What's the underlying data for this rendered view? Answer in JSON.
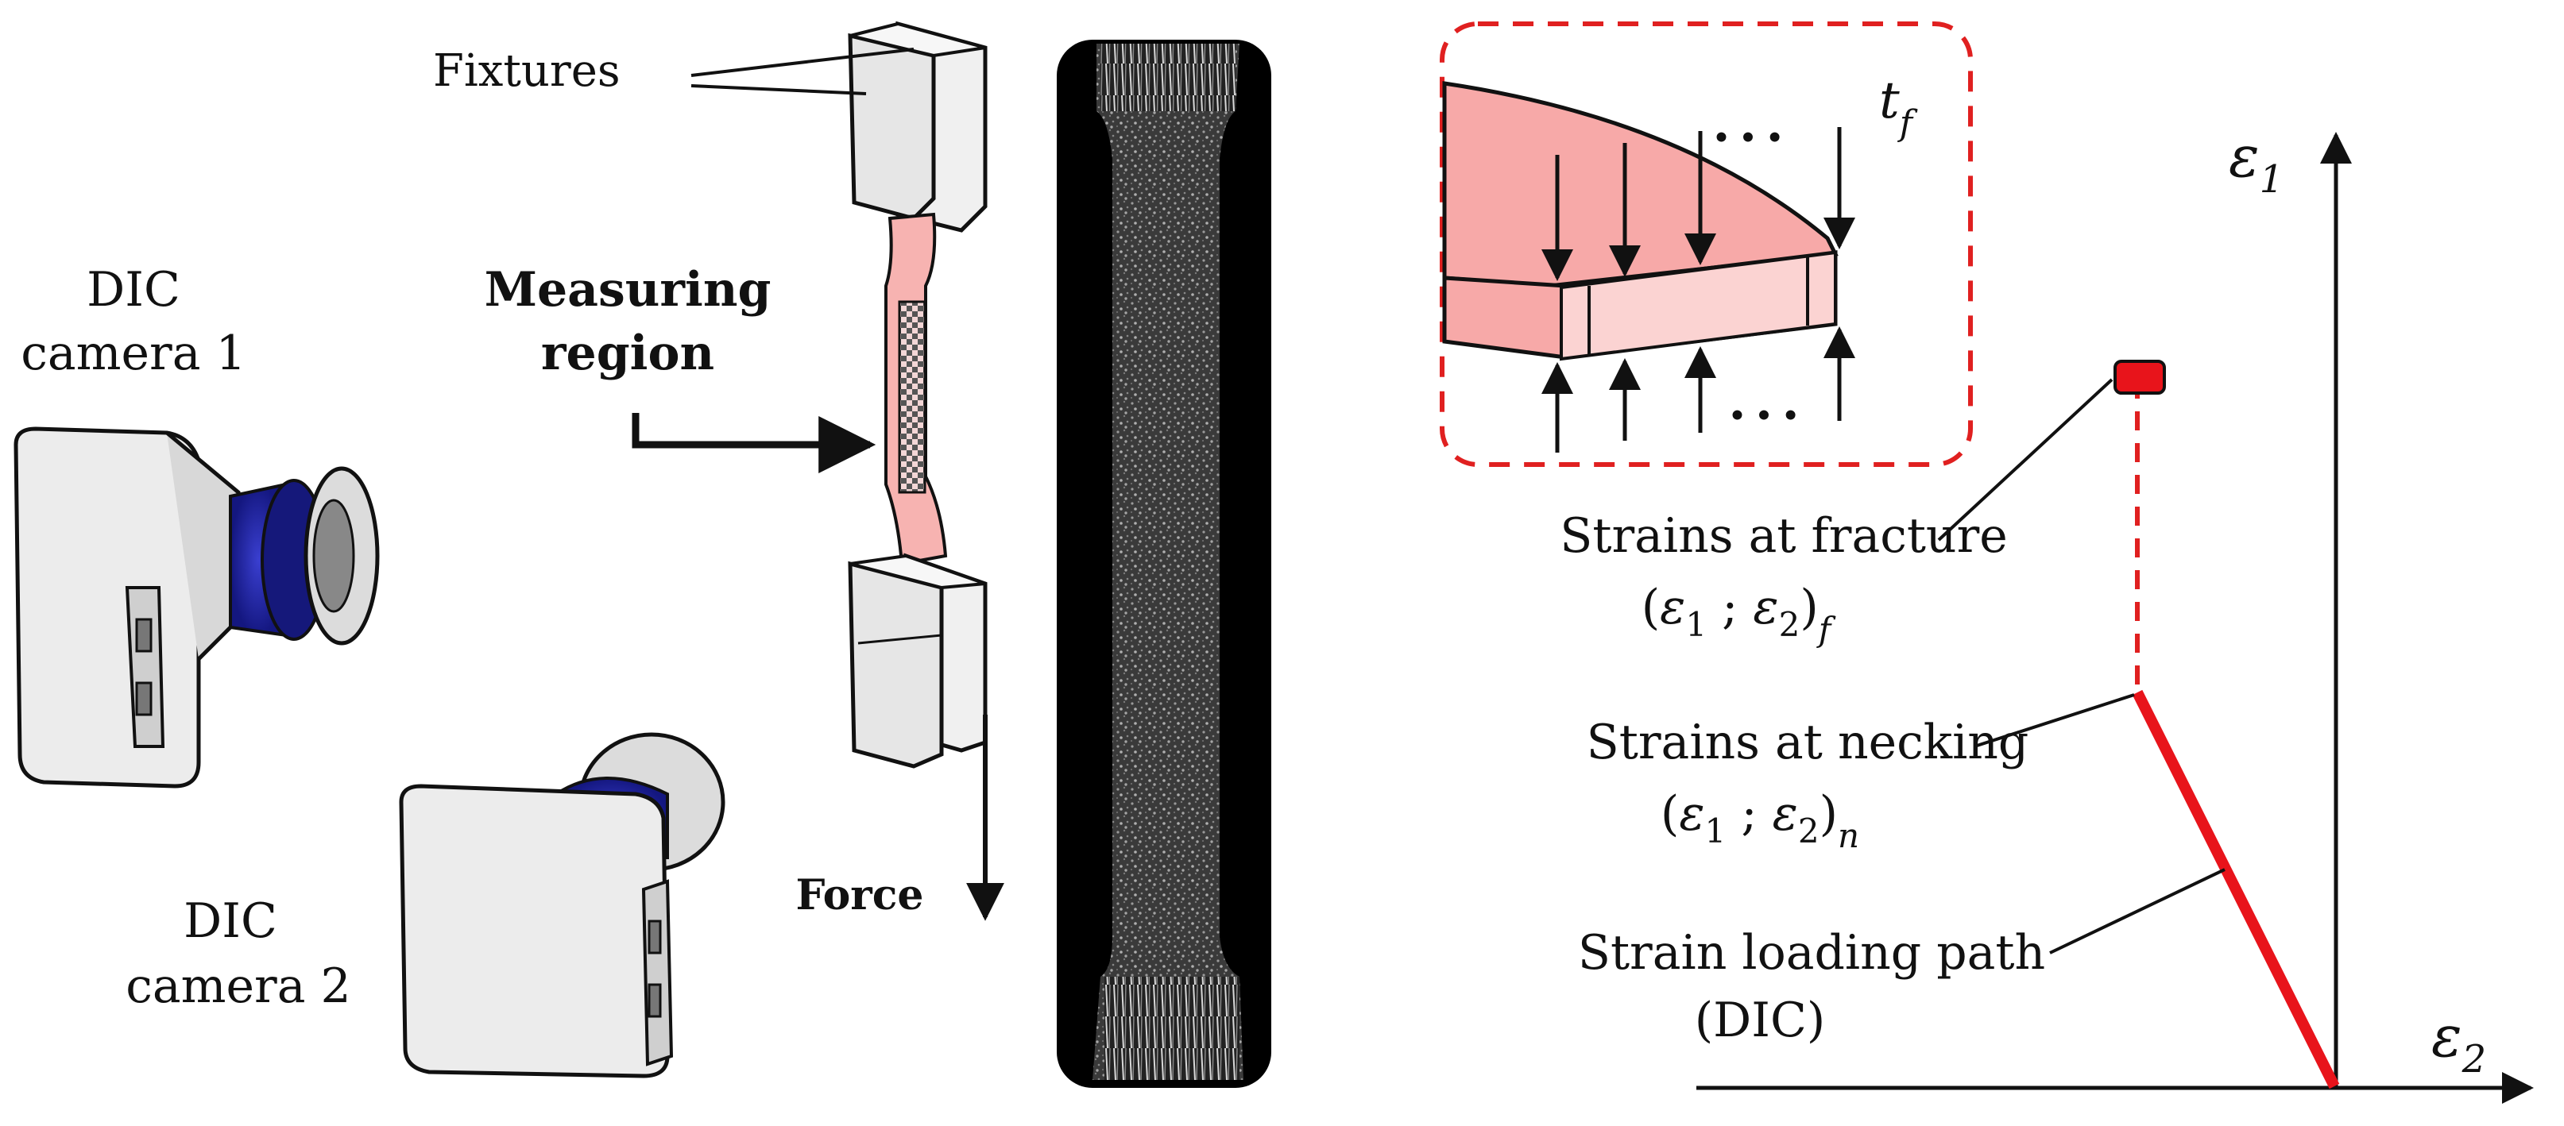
{
  "labels": {
    "fixtures": "Fixtures",
    "measuring_line1": "Measuring",
    "measuring_line2": "region",
    "force": "Force",
    "cam1_line1": "DIC",
    "cam1_line2": "camera 1",
    "cam2_line1": "DIC",
    "cam2_line2": "camera 2",
    "fracture_line1": "Strains at fracture",
    "necking_line1": "Strains at necking",
    "path_line1": "Strain loading path",
    "path_line2": "(DIC)"
  },
  "math": {
    "eps": "ε",
    "one": "1",
    "two": "2",
    "t": "t",
    "f": "f",
    "n": "n",
    "open": "(",
    "sep": " ; ",
    "close": ")",
    "dots": "• • •"
  },
  "colors": {
    "pink": "#f7a9a8",
    "pink_light": "#fbd3d2",
    "red": "#e8141b",
    "dashed_red": "#e02020",
    "camera_blue": "#1e22a8",
    "camera_gray": "#e6e6e6",
    "black": "#111111"
  },
  "icons": [
    "dic-camera-1-icon",
    "dic-camera-2-icon",
    "tensile-fixture-icon",
    "specimen-photo-icon",
    "thickness-inset-icon",
    "fracture-marker-icon"
  ]
}
